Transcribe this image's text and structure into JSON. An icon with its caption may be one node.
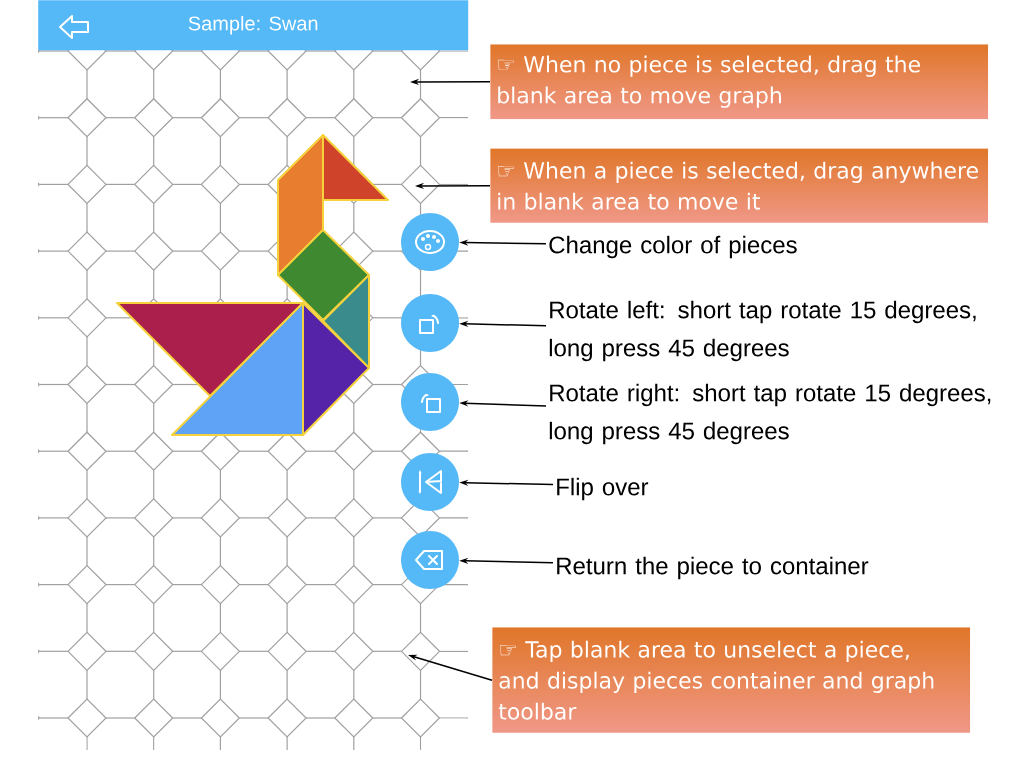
{
  "diagram": {
    "title": "Sample: Swan",
    "nodes": [
      {
        "text": [
          "☞ When no piece is selected, drag the blank area to move graph"
        ]
      },
      {
        "text": [
          "☞ When a piece is selected, drag anywhere in blank area to move it"
        ]
      },
      {
        "text": [],
        "shape": "circle"
      },
      {
        "text": [
          "Change color of pieces"
        ]
      },
      {
        "text": [],
        "shape": "circle"
      },
      {
        "text": [
          "Rotate left: short tap rotate 15 degrees, long press 45 degrees"
        ]
      },
      {
        "text": [],
        "shape": "circle"
      },
      {
        "text": [
          "Rotate right: short tap rotate 15 degrees, long press 45 degrees"
        ]
      },
      {
        "text": [],
        "shape": "circle"
      },
      {
        "text": [
          "Flip over"
        ]
      },
      {
        "text": [],
        "shape": "circle"
      },
      {
        "text": [
          "Return the piece to container"
        ]
      },
      {
        "text": [
          "☞ Tap blank area to unselect a piece, and display pieces container and graph toolbar"
        ]
      }
    ],
    "edges": [
      {
        "from": 0,
        "to": null,
        "arrow": "to"
      },
      {
        "from": 1,
        "to": null,
        "arrow": "to"
      },
      {
        "from": 3,
        "to": 2,
        "arrow": "to"
      },
      {
        "from": 5,
        "to": 4,
        "arrow": "to"
      },
      {
        "from": 7,
        "to": 6,
        "arrow": "to"
      },
      {
        "from": 9,
        "to": 8,
        "arrow": "to"
      },
      {
        "from": 11,
        "to": 10,
        "arrow": "to"
      },
      {
        "from": 12,
        "to": null,
        "arrow": "to"
      }
    ]
  }
}
